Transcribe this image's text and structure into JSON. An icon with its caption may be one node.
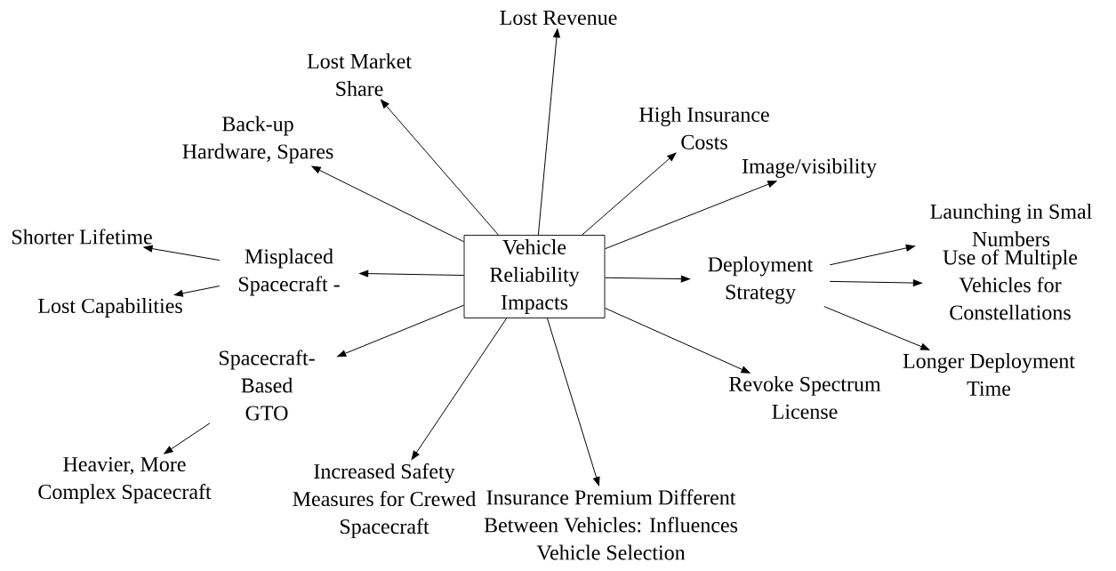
{
  "diagram": {
    "nodes": [
      {
        "text": [
          "Vehicle Reliability Impacts"
        ]
      },
      {
        "text": [
          "Lost Revenue"
        ]
      },
      {
        "text": [
          "Lost Market Share"
        ]
      },
      {
        "text": [
          "High Insurance Costs"
        ]
      },
      {
        "text": [
          "Back-up Hardware, Spares"
        ]
      },
      {
        "text": [
          "Image/visibility"
        ]
      },
      {
        "text": [
          "Shorter Lifetime"
        ]
      },
      {
        "text": [
          "Misplaced Spacecraft -"
        ]
      },
      {
        "text": [
          "Launching in Smal Numbers"
        ]
      },
      {
        "text": [
          "Deployment Strategy"
        ]
      },
      {
        "text": [
          "Use of Multiple Vehicles for Constellations"
        ]
      },
      {
        "text": [
          "Lost Capabilities"
        ]
      },
      {
        "text": [
          "Longer Deployment Time"
        ]
      },
      {
        "text": [
          "Spacecraft-Based GTO"
        ]
      },
      {
        "text": [
          "Revoke Spectrum License"
        ]
      },
      {
        "text": [
          "Heavier, More Complex Spacecraft"
        ]
      },
      {
        "text": [
          "Increased Safety Measures for Crewed Spacecraft"
        ]
      },
      {
        "text": [
          "Insurance Premium Different Between Vehicles: Influences Vehicle Selection"
        ]
      }
    ],
    "edges": [
      {
        "from": 0,
        "to": 1,
        "arrow": "to"
      },
      {
        "from": 0,
        "to": 2,
        "arrow": "to"
      },
      {
        "from": 0,
        "to": 3,
        "arrow": "to"
      },
      {
        "from": 0,
        "to": 4,
        "arrow": "to"
      },
      {
        "from": 0,
        "to": 5,
        "arrow": "to"
      },
      {
        "from": 0,
        "to": 7,
        "arrow": "to"
      },
      {
        "from": 0,
        "to": 9,
        "arrow": "to"
      },
      {
        "from": 0,
        "to": 13,
        "arrow": "to"
      },
      {
        "from": 0,
        "to": 14,
        "arrow": "to"
      },
      {
        "from": 0,
        "to": 16,
        "arrow": "to"
      },
      {
        "from": 0,
        "to": 17,
        "arrow": "to"
      },
      {
        "from": 7,
        "to": 6,
        "arrow": "to"
      },
      {
        "from": 7,
        "to": 11,
        "arrow": "to"
      },
      {
        "from": 9,
        "to": 8,
        "arrow": "to"
      },
      {
        "from": 9,
        "to": 10,
        "arrow": "to"
      },
      {
        "from": 9,
        "to": 12,
        "arrow": "to"
      },
      {
        "from": 13,
        "to": 15,
        "arrow": "to"
      }
    ]
  }
}
